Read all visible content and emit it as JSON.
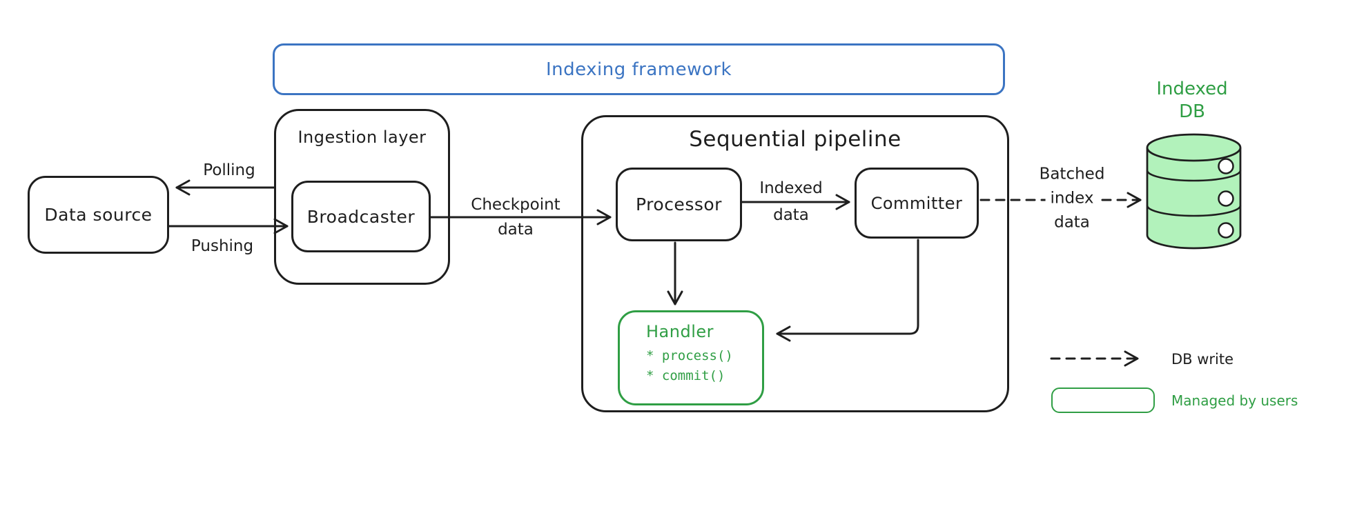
{
  "diagram": {
    "framework_label": "Indexing framework",
    "nodes": {
      "data_source": {
        "label": "Data source"
      },
      "ingestion_layer": {
        "label": "Ingestion layer"
      },
      "broadcaster": {
        "label": "Broadcaster"
      },
      "sequential_pipeline": {
        "label": "Sequential pipeline"
      },
      "processor": {
        "label": "Processor"
      },
      "committer": {
        "label": "Committer"
      },
      "handler": {
        "label": "Handler",
        "methods": [
          "* process()",
          "* commit()"
        ]
      },
      "indexed_db": {
        "line1": "Indexed",
        "line2": "DB"
      }
    },
    "edges": {
      "polling": "Polling",
      "pushing": "Pushing",
      "checkpoint": {
        "line1": "Checkpoint",
        "line2": "data"
      },
      "indexed": {
        "line1": "Indexed",
        "line2": "data"
      },
      "batched": {
        "line1": "Batched",
        "line2": "index",
        "line3": "data"
      }
    },
    "legend": {
      "db_write": "DB write",
      "managed_by_users": "Managed by users"
    },
    "colors": {
      "stroke": "#1e1e1e",
      "blue": "#3b74c2",
      "green": "#2f9e44",
      "green_fill": "#b2f2bb"
    }
  }
}
